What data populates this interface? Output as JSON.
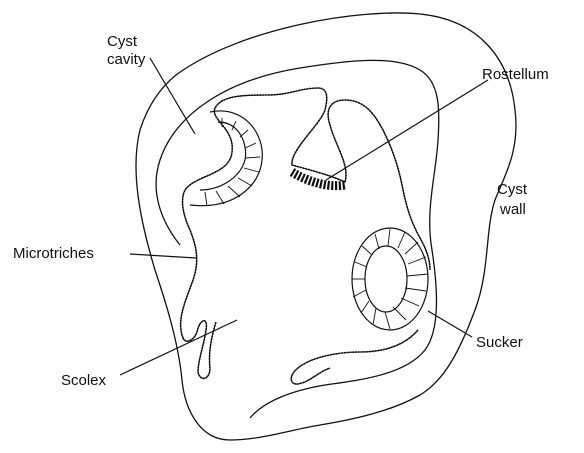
{
  "diagram": {
    "labels": {
      "cyst_cavity_line1": "Cyst",
      "cyst_cavity_line2": "cavity",
      "rostellum": "Rostellum",
      "cyst_wall_line1": "Cyst",
      "cyst_wall_line2": "wall",
      "microtriches": "Microtriches",
      "sucker": "Sucker",
      "scolex": "Scolex"
    }
  }
}
